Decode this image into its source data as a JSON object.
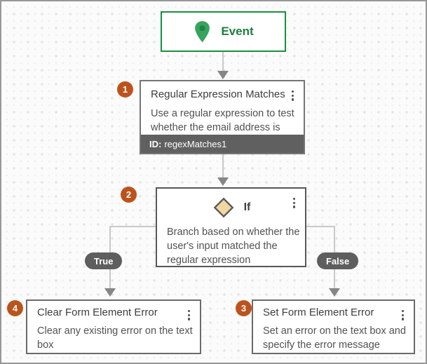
{
  "event_node": {
    "label": "Event"
  },
  "action_nodes": {
    "regex": {
      "badge": "1",
      "title": "Regular Expression Matches",
      "description": "Use a regular expression to test whether the email address is valid",
      "id_prefix": "ID:",
      "id_value": "regexMatches1"
    },
    "if": {
      "badge": "2",
      "title": "If",
      "description": "Branch based on whether the user's input matched the regular expression"
    },
    "set_error": {
      "badge": "3",
      "title": "Set Form Element Error",
      "description": "Set an error on the text box and specify the error message"
    },
    "clear_error": {
      "badge": "4",
      "title": "Clear Form Element Error",
      "description": "Clear any existing error on the text box"
    }
  },
  "branch_labels": {
    "true": "True",
    "false": "False"
  },
  "colors": {
    "event_green_border": "#18903f",
    "event_green_text": "#1d7f3e",
    "pin_green": "#36a45e",
    "pin_green_dark": "#1f8344",
    "badge_orange": "#bc531c",
    "bar_gray": "#606060",
    "diamond_fill": "#f1d8a1",
    "connector_gray": "#c9c9c9",
    "arrow_gray": "#868686"
  }
}
